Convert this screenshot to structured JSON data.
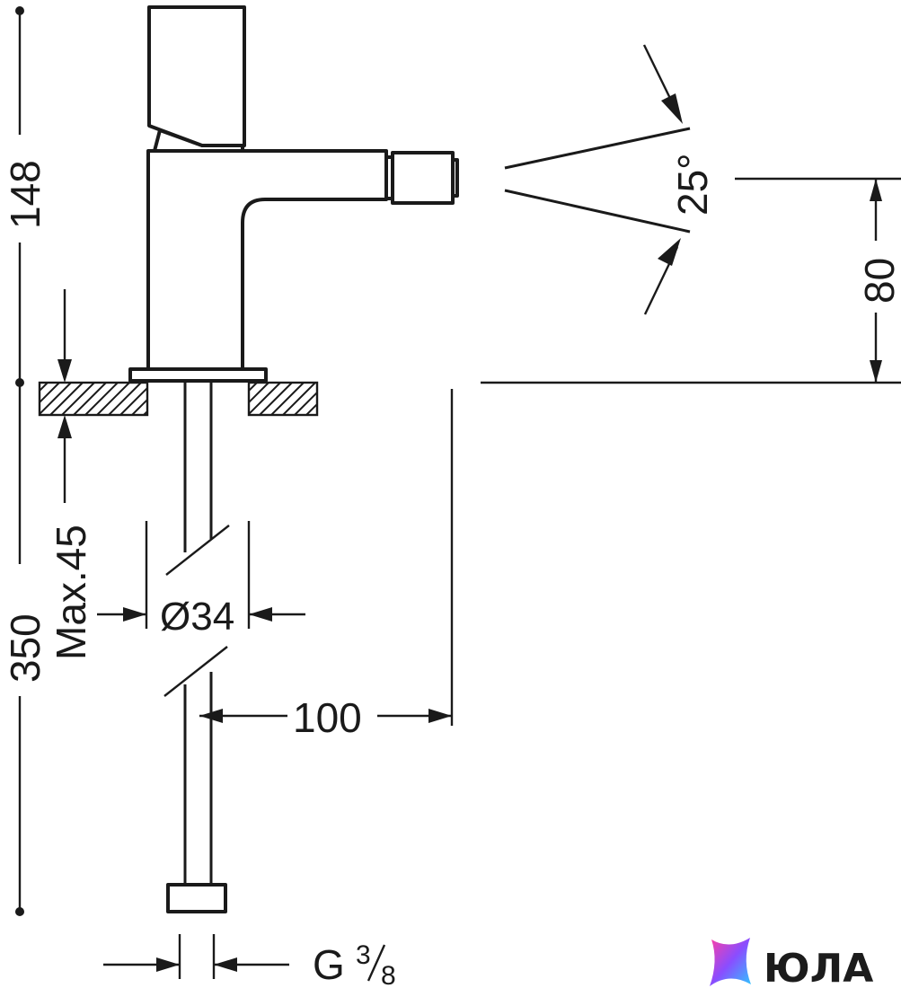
{
  "diagram": {
    "dimensions": {
      "total_height_top": "148",
      "total_height_bottom": "350",
      "max_deck_thickness": "Max.45",
      "hole_diameter": "Ø34",
      "spout_reach": "100",
      "spout_height": "80",
      "spray_angle": "25°",
      "connection_prefix": "G",
      "connection_num": "3",
      "connection_den": "8"
    },
    "watermark": {
      "brand": "ЮЛА",
      "colors": [
        "#ff3fa4",
        "#8a4dff",
        "#2fc6ff"
      ]
    }
  }
}
